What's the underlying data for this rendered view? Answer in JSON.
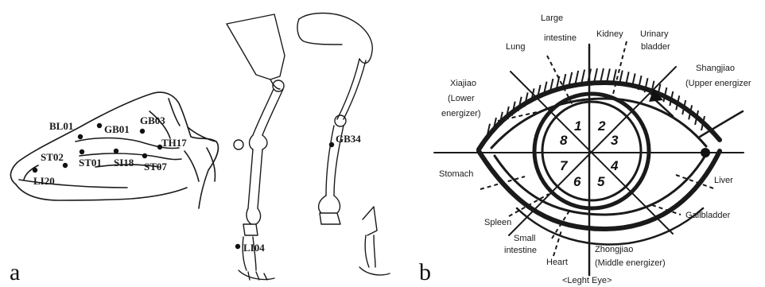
{
  "panels": {
    "a": {
      "label": "a",
      "points": [
        "BL01",
        "GB01",
        "GB03",
        "ST02",
        "ST01",
        "SI18",
        "TH17",
        "ST07",
        "LI20",
        "GB34",
        "LI04"
      ]
    },
    "b": {
      "label": "b",
      "segments": [
        "1",
        "2",
        "3",
        "4",
        "5",
        "6",
        "7",
        "8"
      ],
      "labels": {
        "large": "Large",
        "intestine_top": "intestine",
        "lung": "Lung",
        "kidney": "Kidney",
        "urinary": "Urinary",
        "bladder": "bladder",
        "xiajiao": "Xiajiao",
        "lower": "(Lower",
        "energizer_l": "energizer)",
        "shangjiao": "Shangjiao",
        "upper": "(Upper energizer",
        "stomach": "Stomach",
        "liver": "Liver",
        "spleen": "Spleen",
        "gallbladder": "Gallbladder",
        "small": "Small",
        "intestine_bot": "intestine",
        "heart": "Heart",
        "zhongjiao": "Zhongjiao",
        "middle": "(Middle energizer)",
        "eye": "<Leght Eye>"
      }
    }
  }
}
